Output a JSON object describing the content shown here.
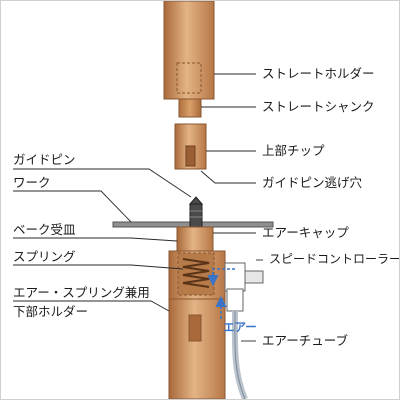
{
  "labels": {
    "straight_holder": "ストレートホルダー",
    "straight_shank": "ストレートシャンク",
    "upper_tip": "上部チップ",
    "guide_pin_hole": "ガイドピン逃げ穴",
    "guide_pin": "ガイドピン",
    "work": "ワーク",
    "air_cap": "エアーキャップ",
    "bake_tray": "ベーク受皿",
    "speed_controller": "スピードコントローラー",
    "spring": "スプリング",
    "lower_holder_line1": "エアー・スプリング兼用",
    "lower_holder_line2": "下部ホルダー",
    "air_tube": "エアーチューブ",
    "air_flow": "エアー"
  },
  "colors": {
    "copper": "#c98a55",
    "copper_dark": "#a9693a",
    "copper_light": "#e3b486",
    "work_plate": "#8f8f8f",
    "pin": "#4a4a4a",
    "tube": "#b9c3ce",
    "air_arrow": "#3a74c8",
    "leader": "#2a2a2a"
  },
  "icons": [
    "air-flow-arrow-icon",
    "speed-controller-fitting-icon"
  ]
}
